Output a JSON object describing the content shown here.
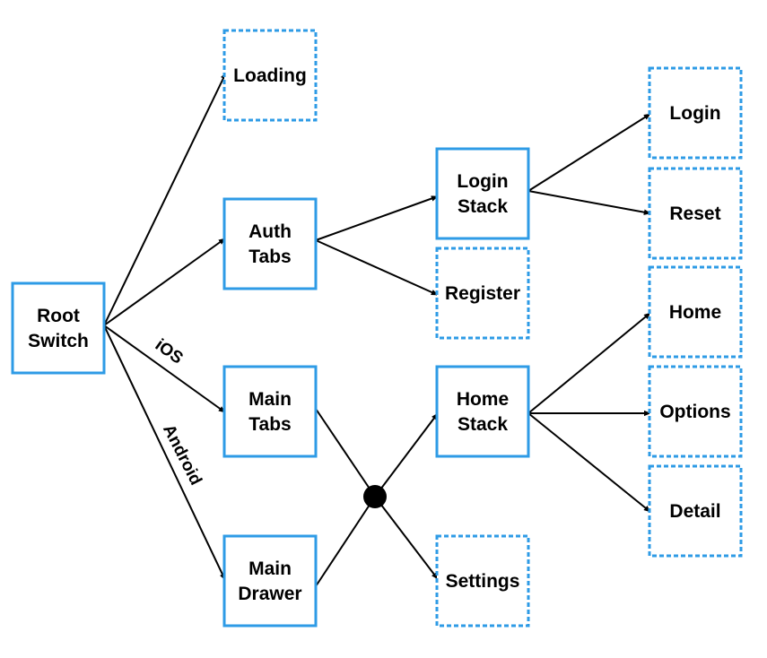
{
  "colors": {
    "node_border": "#2e9be6",
    "edge": "#000000",
    "junction": "#000000",
    "background": "#ffffff"
  },
  "nodes": {
    "root_switch": {
      "lines": [
        "Root",
        "Switch"
      ],
      "style": "solid"
    },
    "loading": {
      "lines": [
        "Loading"
      ],
      "style": "dashed"
    },
    "auth_tabs": {
      "lines": [
        "Auth",
        "Tabs"
      ],
      "style": "solid"
    },
    "main_tabs": {
      "lines": [
        "Main",
        "Tabs"
      ],
      "style": "solid"
    },
    "main_drawer": {
      "lines": [
        "Main",
        "Drawer"
      ],
      "style": "solid"
    },
    "login_stack": {
      "lines": [
        "Login",
        "Stack"
      ],
      "style": "solid"
    },
    "register": {
      "lines": [
        "Register"
      ],
      "style": "dashed"
    },
    "home_stack": {
      "lines": [
        "Home",
        "Stack"
      ],
      "style": "solid"
    },
    "settings": {
      "lines": [
        "Settings"
      ],
      "style": "dashed"
    },
    "login": {
      "lines": [
        "Login"
      ],
      "style": "dashed"
    },
    "reset": {
      "lines": [
        "Reset"
      ],
      "style": "dashed"
    },
    "home": {
      "lines": [
        "Home"
      ],
      "style": "dashed"
    },
    "options": {
      "lines": [
        "Options"
      ],
      "style": "dashed"
    },
    "detail": {
      "lines": [
        "Detail"
      ],
      "style": "dashed"
    }
  },
  "edge_labels": {
    "ios": "iOS",
    "android": "Android"
  }
}
